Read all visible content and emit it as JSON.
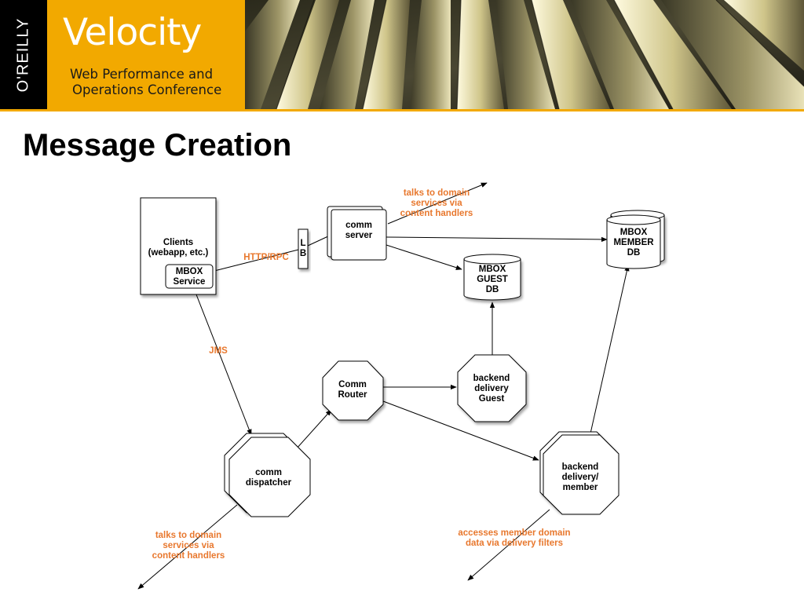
{
  "header": {
    "publisher": "O'REILLY",
    "brand_title": "Velocity",
    "brand_subtitle_line1": "Web Performance and",
    "brand_subtitle_line2": "Operations Conference",
    "accent_color": "#f2a900"
  },
  "slide": {
    "title": "Message Creation"
  },
  "diagram": {
    "label_color": "#e8782e",
    "nodes": {
      "clients": "Clients",
      "clients_sub": "(webapp, etc.)",
      "mbox_service_1": "MBOX",
      "mbox_service_2": "Service",
      "lb_1": "L",
      "lb_2": "B",
      "comm_server_1": "comm",
      "comm_server_2": "server",
      "member_db_1": "MBOX",
      "member_db_2": "MEMBER",
      "member_db_3": "DB",
      "guest_db_1": "MBOX",
      "guest_db_2": "GUEST",
      "guest_db_3": "DB",
      "comm_router_1": "Comm",
      "comm_router_2": "Router",
      "delivery_guest_1": "backend",
      "delivery_guest_2": "delivery",
      "delivery_guest_3": "Guest",
      "comm_dispatcher_1": "comm",
      "comm_dispatcher_2": "dispatcher",
      "delivery_member_1": "backend",
      "delivery_member_2": "delivery/",
      "delivery_member_3": "member"
    },
    "labels": {
      "http_rpc": "HTTP/RPC",
      "jms": "JMS",
      "server_note_1": "talks to domain",
      "server_note_2": "services via",
      "server_note_3": "content handlers",
      "dispatcher_note_1": "talks to domain",
      "dispatcher_note_2": "services via",
      "dispatcher_note_3": "content handlers",
      "member_note_1": "accesses member domain",
      "member_note_2": "data via delivery filters"
    }
  }
}
